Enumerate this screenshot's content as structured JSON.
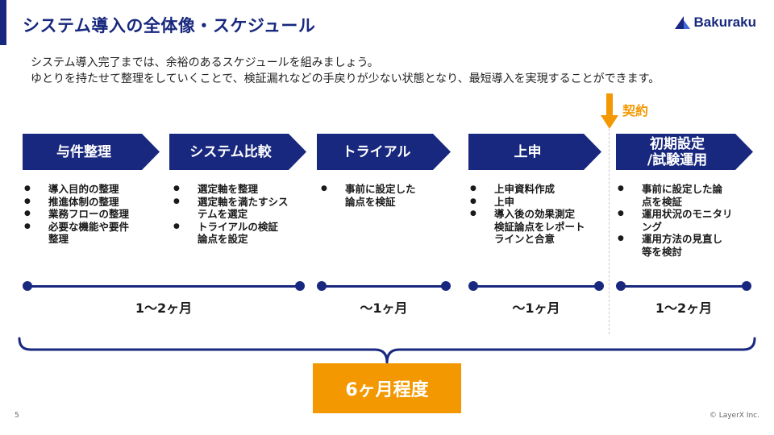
{
  "slide": {
    "title": "システム導入の全体像・スケジュール",
    "brand": "Bakuraku",
    "intro_lines": [
      "システム導入完了までは、余裕のあるスケジュールを組みましょう。",
      "ゆとりを持たせて整理をしていくことで、検証漏れなどの手戻りが少ない状態となり、最短導入を実現することができます。"
    ],
    "contract_label": "契約",
    "phases": [
      {
        "title": "与件整理",
        "tasks": [
          "導入目的の整理",
          "推進体制の整理",
          "業務フローの整理",
          "必要な機能や要件\n整理"
        ]
      },
      {
        "title": "システム比較",
        "tasks": [
          "選定軸を整理",
          "選定軸を満たすシス\nテムを選定",
          "トライアルの検証\n論点を設定"
        ]
      },
      {
        "title": "トライアル",
        "tasks": [
          "事前に設定した\n論点を検証"
        ]
      },
      {
        "title": "上申",
        "tasks": [
          "上申資料作成",
          "上申",
          "導入後の効果測定\n検証論点をレポート\nラインと合意"
        ]
      },
      {
        "title": "初期設定\n/試験運用",
        "tasks": [
          "事前に設定した論\n点を検証",
          "運用状況のモニタリ\nング",
          "運用方法の見直し\n等を検討"
        ]
      }
    ],
    "durations": [
      "1～2ヶ月",
      "～1ヶ月",
      "～1ヶ月",
      "1～2ヶ月"
    ],
    "total": "6ヶ月程度",
    "page_number": "5",
    "copyright": "© LayerX Inc."
  },
  "colors": {
    "navy": "#18287e",
    "orange": "#f39800"
  }
}
